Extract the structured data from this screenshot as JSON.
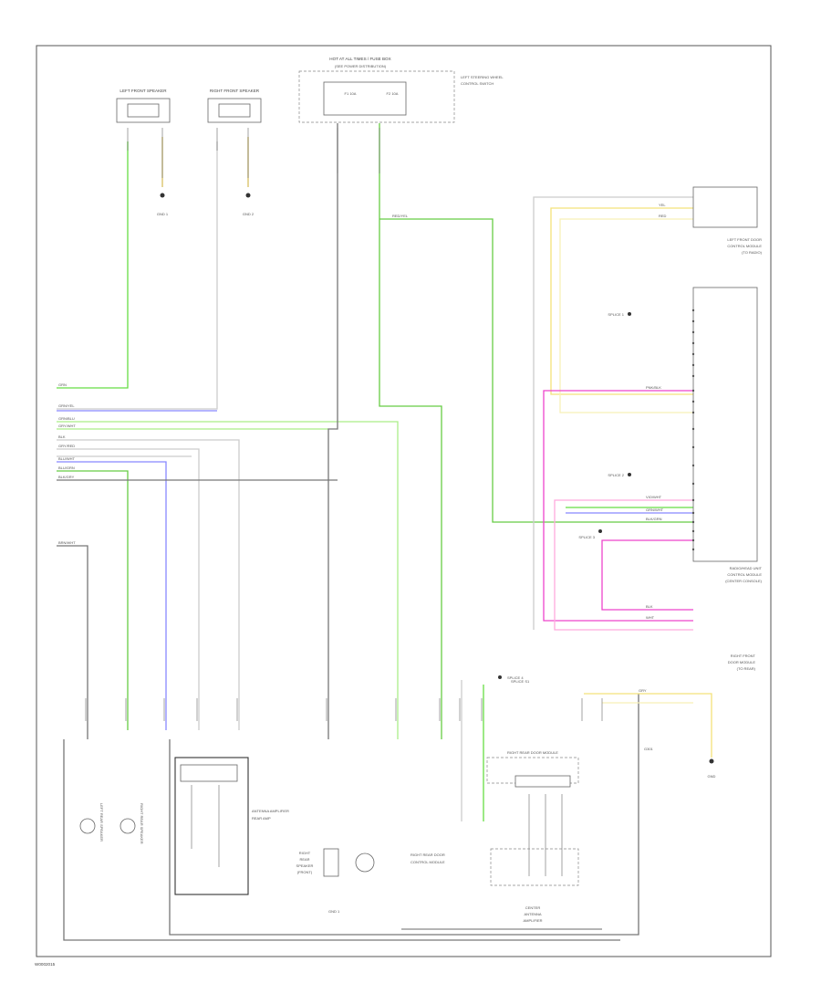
{
  "diagram": {
    "footer": "W0002015",
    "components": {
      "left_front_speaker": "LEFT FRONT SPEAKER",
      "right_front_speaker": "RIGHT FRONT SPEAKER",
      "lf_ground": "GND 1",
      "rf_ground": "GND 2",
      "top_fuse_box": "HOT AT ALL TIMES / FUSE BOX",
      "top_fuse_note": "(SEE POWER DISTRIBUTION)",
      "top_fuse_a": "F1 10A",
      "top_fuse_b": "F2 10A",
      "left_steering_switch_top": "LEFT STEERING WHEEL",
      "left_steering_switch_bot": "CONTROL SWITCH",
      "right_upper_module_1": "LEFT FRONT DOOR",
      "right_upper_module_2": "CONTROL MODULE",
      "right_upper_module_3": "(TO RADIO)",
      "right_lower_module_1": "RADIO/HEAD UNIT",
      "right_lower_module_2": "CONTROL MODULE",
      "right_lower_module_3": "(CENTER CONSOLE)",
      "right_lower_module_4": "",
      "side_label_1": "SPLICE 1",
      "side_label_2": "SPLICE 2",
      "side_label_3": "SPLICE 3",
      "side_label_4": "SPLICE 4",
      "right_door_box_1": "RIGHT FRONT",
      "right_door_box_2": "DOOR MODULE",
      "right_door_box_3": "(TO REAR)",
      "right_door_box_4": "",
      "right_door_gnd": "GND",
      "right_gnd_label": "G301",
      "bottom_left_a": "LEFT REAR SPEAKER",
      "bottom_left_b": "RIGHT REAR SPEAKER",
      "bottom_antenna": "ANTENNA AMPLIFIER",
      "bottom_rear_amp": "REAR AMP",
      "bottom_right_1": "RIGHT REAR DOOR",
      "bottom_right_2": "CONTROL MODULE",
      "bottom_center_1": "RIGHT",
      "bottom_center_2": "REAR",
      "bottom_center_3": "SPEAKER",
      "bottom_center_4": "(FRONT)",
      "bottom_right_box": "RIGHT REAR DOOR MODULE",
      "bottom_right_lower_1": "CENTER",
      "bottom_right_lower_2": "ANTENNA",
      "bottom_right_lower_3": "AMPLIFIER",
      "bottom_right_lower_4": "",
      "splice_label": "SPLICE S1",
      "ground_label": "GND 1"
    },
    "wires": {
      "w1": "GRN",
      "w2": "GRN/YEL",
      "w3": "GRN/BLU",
      "w4": "GRY/WHT",
      "w5": "BLK",
      "w6": "GRY/RED",
      "w7": "BLU/WHT",
      "w8": "BLU/GRN",
      "w9": "BLK/GRY",
      "w10": "BRN/WHT",
      "w11": "RED/YEL",
      "w12": "YEL",
      "w13": "RED",
      "w14": "PNK/BLK",
      "w15": "VIO/WHT",
      "w16": "GRN/WHT",
      "w17": "BLK/GRN",
      "w18": "BLK",
      "w19": "WHT",
      "w20": "GRY"
    },
    "colors": {
      "green": "#66dd44",
      "light_green": "#aaee88",
      "blue": "#8888ff",
      "yellow": "#f3e27a",
      "light_yellow": "#f8f0b8",
      "magenta": "#ee44cc",
      "pink": "#ffaadd",
      "grey": "#bbbbbb",
      "dark_grey": "#777777",
      "black": "#333333"
    }
  }
}
